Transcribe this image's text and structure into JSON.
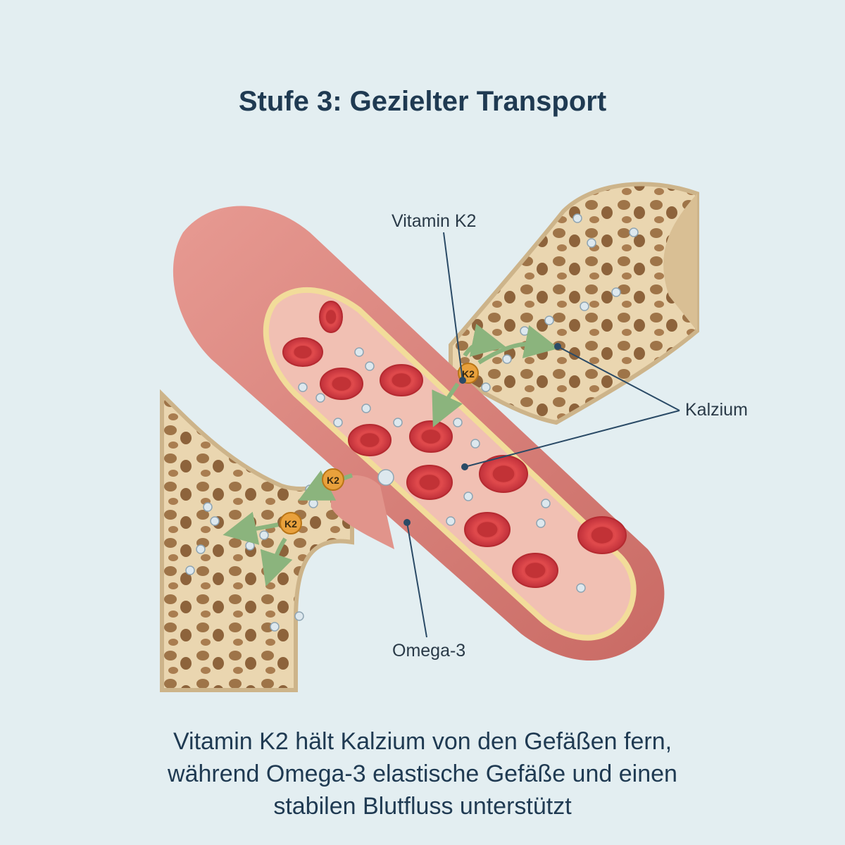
{
  "title": "Stufe 3: Gezielter Transport",
  "labels": {
    "vitamin_k2": "Vitamin K2",
    "kalzium": "Kalzium",
    "omega3": "Omega-3"
  },
  "marker_text": "K2",
  "caption": {
    "line1": "Vitamin K2 hält Kalzium von den Gefäßen fern,",
    "line2": "während Omega-3 elastische Gefäße und einen",
    "line3": "stabilen Blutfluss unterstützt"
  },
  "colors": {
    "background": "#e3eef1",
    "title": "#1f3a52",
    "vessel": "#d9827b",
    "lumen": "#f1c0b3",
    "blood_cell": "#d8383d",
    "bone": "#e5cfa7",
    "pore": "#9e7448",
    "calcium": "#dde8ee",
    "vitamin_k2": "#e9a13c",
    "arrow": "#8bb47d",
    "leader": "#2a4a66"
  }
}
